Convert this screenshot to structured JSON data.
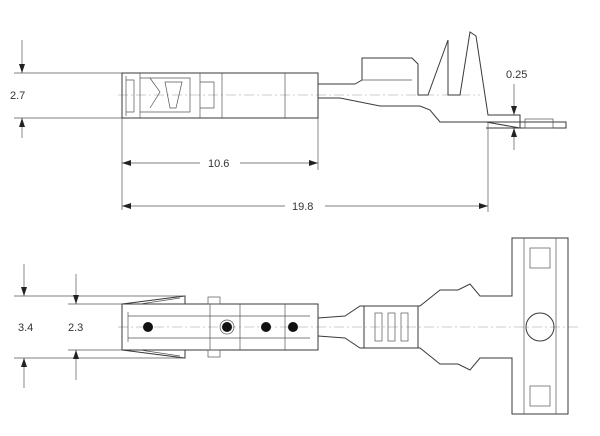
{
  "dimensions": {
    "top_height": "2.7",
    "top_thickness": "0.25",
    "barrel_length": "10.6",
    "overall_length": "19.8",
    "bottom_outer_width": "3.4",
    "bottom_inner_width": "2.3"
  },
  "colors": {
    "line": "#3a3a3a",
    "text": "#333333",
    "centerline": "#9a9a9a"
  }
}
